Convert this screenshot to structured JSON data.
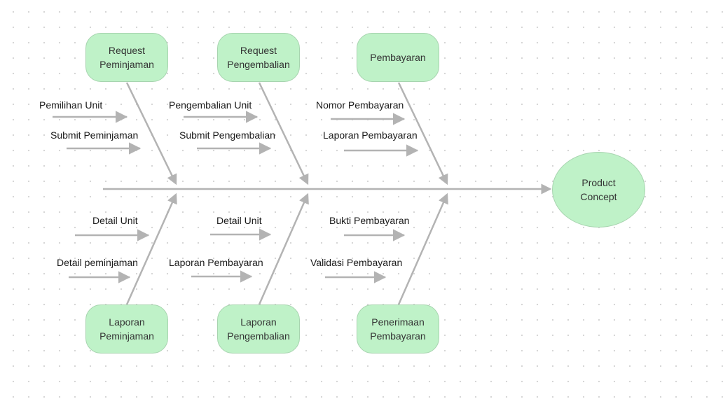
{
  "diagram": {
    "head": "Product Concept",
    "categories": [
      "Request Peminjaman",
      "Request Pengembalian",
      "Pembayaran",
      "Laporan Peminjaman",
      "Laporan Pengembalian",
      "Penerimaan Pembayaran"
    ],
    "causes": [
      "Pemilihan Unit",
      "Submit Peminjaman",
      "Pengembalian Unit",
      "Submit Pengembalian",
      "Nomor Pembayaran",
      "Laporan Pembayaran",
      "Detail Unit",
      "Detail peminjaman",
      "Detail Unit",
      "Laporan Pembayaran",
      "Bukti Pembayaran",
      "Validasi Pembayaran"
    ]
  },
  "colors": {
    "node_fill": "#bff2c8",
    "node_border": "#a7d4af",
    "line": "#b3b3b3"
  }
}
